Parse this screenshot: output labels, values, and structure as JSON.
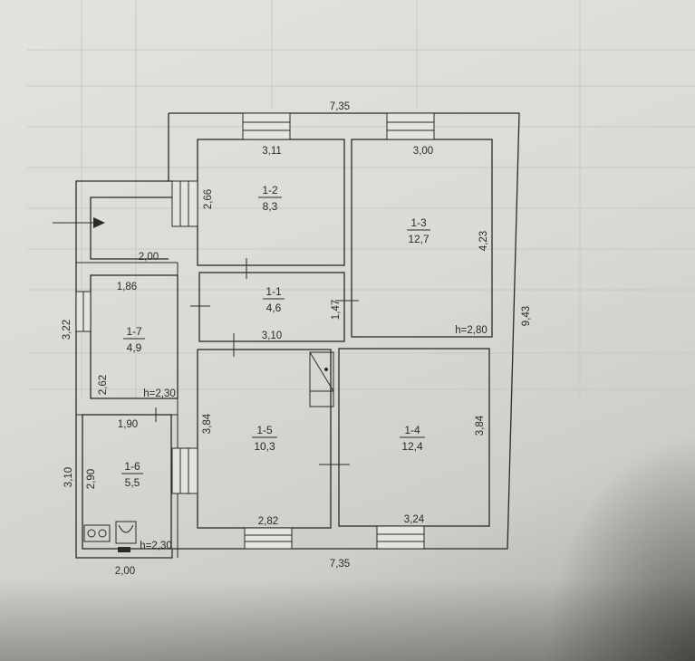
{
  "rooms": [
    {
      "id": "1-2",
      "area": "8,3"
    },
    {
      "id": "1-3",
      "area": "12,7"
    },
    {
      "id": "1-1",
      "area": "4,6"
    },
    {
      "id": "1-7",
      "area": "4,9"
    },
    {
      "id": "1-5",
      "area": "10,3"
    },
    {
      "id": "1-4",
      "area": "12,4"
    },
    {
      "id": "1-6",
      "area": "5,5"
    }
  ],
  "heights": {
    "main": "h=2,80",
    "room_1_7": "h=2,30",
    "room_1_6": "h=2,30"
  },
  "dimensions": {
    "top_total": "7,35",
    "bottom_total": "7,35",
    "right_total": "9,43",
    "r12_width": "3,11",
    "r12_height": "2,66",
    "r13_width": "3,00",
    "r13_height": "4,23",
    "r11_width": "3,10",
    "r11_height": "1,47",
    "porch_width": "2,00",
    "r17_width": "1,86",
    "r17_outer_height": "3,22",
    "r17_inner_height": "2,62",
    "r16_width": "1,90",
    "r16_inner_height": "2,90",
    "r16_outer_height": "3,10",
    "r15_height": "3,84",
    "r15_width": "2,82",
    "r14_height": "3,84",
    "r14_width": "3,24",
    "bottom_left": "2,00"
  }
}
